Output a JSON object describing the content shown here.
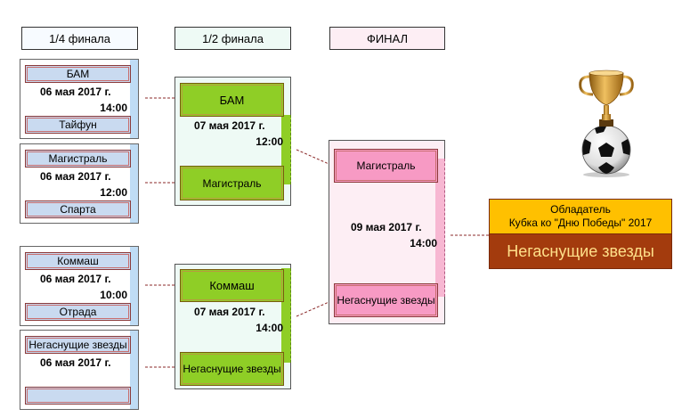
{
  "headers": {
    "quarterfinal": "1/4 финала",
    "semifinal": "1/2 финала",
    "final": "ФИНАЛ"
  },
  "quarterfinals": [
    {
      "team1": "БАМ",
      "date": "06 мая 2017 г.",
      "time": "14:00",
      "team2": "Тайфун"
    },
    {
      "team1": "Магистраль",
      "date": "06 мая 2017 г.",
      "time": "12:00",
      "team2": "Спарта"
    },
    {
      "team1": "Коммаш",
      "date": "06 мая 2017 г.",
      "time": "10:00",
      "team2": "Отрада"
    },
    {
      "team1": "Негаснущие звезды",
      "date": "06 мая 2017 г.",
      "time": "",
      "team2": ""
    }
  ],
  "semifinals": [
    {
      "team1": "БАМ",
      "date": "07 мая 2017 г.",
      "time": "12:00",
      "team2": "Магистраль"
    },
    {
      "team1": "Коммаш",
      "date": "07 мая 2017 г.",
      "time": "14:00",
      "team2": "Негаснущие звезды"
    }
  ],
  "final": {
    "team1": "Магистраль",
    "date": "09 мая 2017 г.",
    "time": "14:00",
    "team2": "Негаснущие звезды"
  },
  "winner": {
    "caption_line1": "Обладатель",
    "caption_line2": "Кубка ко \"Дню Победы\" 2017",
    "team": "Негаснущие звезды"
  },
  "trophy_icon": "trophy-soccer-ball-icon",
  "colors": {
    "quarter_team": "#c9daf0",
    "semi_team": "#8fce26",
    "final_team": "#f79ac4",
    "winner_caption": "#ffc000",
    "winner_team": "#a33b0d",
    "winner_text": "#ffe08a"
  }
}
